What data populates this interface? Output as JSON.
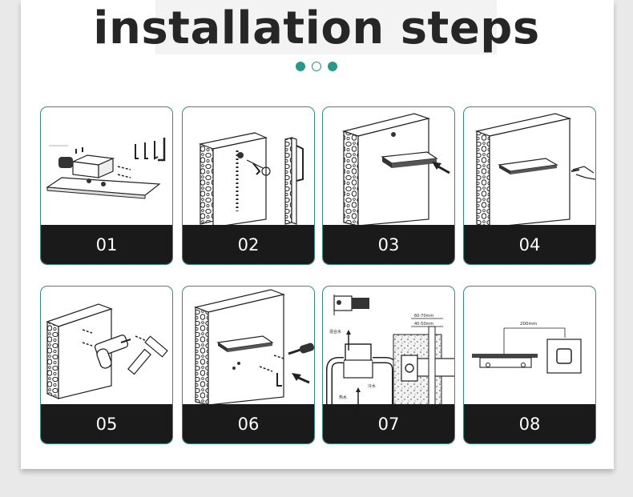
{
  "title": "installation steps",
  "carousel_dots": [
    "filled",
    "hollow",
    "filled"
  ],
  "accent_color": "#249a8a",
  "steps": [
    {
      "label": "01",
      "icon": "valve-body-screws-allen-keys-icon"
    },
    {
      "label": "02",
      "icon": "wall-drill-alignment-icon"
    },
    {
      "label": "03",
      "icon": "insert-spout-into-wall-icon"
    },
    {
      "label": "04",
      "icon": "spout-mounted-sealing-icon"
    },
    {
      "label": "05",
      "icon": "drill-and-hammer-anchors-icon"
    },
    {
      "label": "06",
      "icon": "fasten-screws-screwdriver-icon"
    },
    {
      "label": "07",
      "icon": "water-supply-dimensions-icon"
    },
    {
      "label": "08",
      "icon": "finished-spout-cover-plate-icon"
    }
  ],
  "step07_annotations": [
    "混合水",
    "热水",
    "冷水",
    "60-70mm",
    "40-50mm"
  ],
  "step08_annotation": "200mm"
}
